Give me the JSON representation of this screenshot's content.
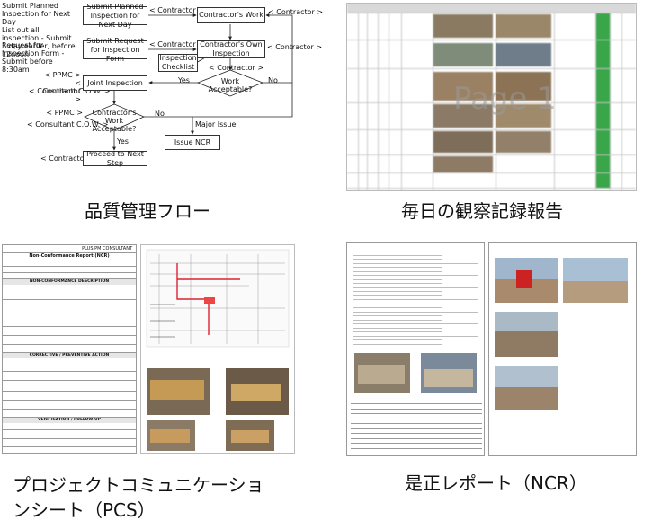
{
  "captions": {
    "flow": "品質管理フロー",
    "daily": "毎日の観察記録報告",
    "pcs_line1": "プロジェクトコミュニケーショ",
    "pcs_line2": "ンシート（PCS）",
    "ncr": "是正レポート（NCR）"
  },
  "flowchart": {
    "box_planned": "Submit Planned Inspection for Next Day",
    "note_list": "List out all inspection - Submit 1 day earlier, before 12noon",
    "box_contractors_work": "Contractor's Work",
    "tag_contractor_1": "< Contractor >",
    "tag_contractor_2": "< Contractor >",
    "tag_contractor_3": "< Contractor >",
    "tag_contractor_4": "< Contractor >",
    "tag_contractor_5": "< Contractor >",
    "tag_contractor_6": "< Contractor >",
    "request_form": "Request for Inspection Form - Submit before 8:30am",
    "box_submit_request": "Submit Request for Inspection Form",
    "box_own_inspection": "Contractor's Own Inspection",
    "box_checklist": "Inspection Checklist",
    "tag_ppmc_1": "< PPMC >",
    "tag_consultant_1": "< Consultant C.O.W. >",
    "box_joint": "Joint Inspection",
    "label_yes_1": "Yes",
    "diamond_work_acceptable": "Work Acceptable?",
    "label_no_1": "No",
    "tag_ppmc_2": "< PPMC >",
    "tag_consultant_2": "< Consultant C.O.W. >",
    "diamond_contractor_work": "Contractor's Work Acceptable?",
    "label_no_2": "No",
    "major_issue": "Major Issue",
    "box_issue_ncr": "Issue NCR",
    "label_yes_2": "Yes",
    "box_next_step": "Proceed to Next Step"
  },
  "daily_report": {
    "watermark": "Page 1"
  },
  "ncr_doc": {
    "company": "PLUS PM CONSULTANT",
    "title": "Non-Conformance Report (NCR)",
    "sec_description": "NON-CONFORMANCE DESCRIPTION",
    "sec_corrective": "CORRECTIVE / PREVENTIVE ACTION",
    "sec_verification": "VERIFICATION / FOLLOW-UP"
  },
  "colors": {
    "green_status": "#3aa64a",
    "ncr_section_bg": "#e6e6e6"
  }
}
